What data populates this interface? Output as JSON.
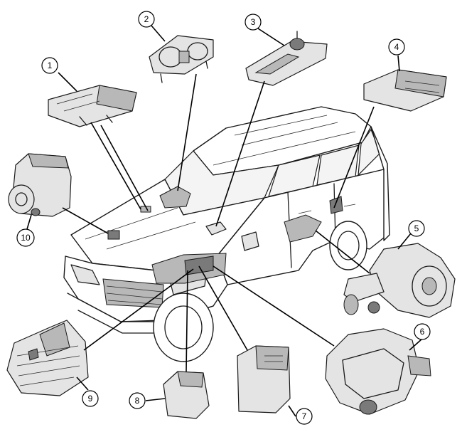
{
  "diagram": {
    "callouts": [
      "1",
      "2",
      "3",
      "4",
      "5",
      "6",
      "7",
      "8",
      "9",
      "10"
    ],
    "components": [
      {
        "id": "1",
        "kind": "control-module"
      },
      {
        "id": "2",
        "kind": "instrument-cluster"
      },
      {
        "id": "3",
        "kind": "gear-selector"
      },
      {
        "id": "4",
        "kind": "control-module"
      },
      {
        "id": "5",
        "kind": "rear-differential"
      },
      {
        "id": "6",
        "kind": "transfer-box"
      },
      {
        "id": "7",
        "kind": "control-module"
      },
      {
        "id": "8",
        "kind": "control-module"
      },
      {
        "id": "9",
        "kind": "valve-body"
      },
      {
        "id": "10",
        "kind": "abs-modulator"
      }
    ],
    "colors": {
      "line": "#000000",
      "component_fill": "#e4e4e4",
      "highlight": "#7a7a7a"
    }
  }
}
